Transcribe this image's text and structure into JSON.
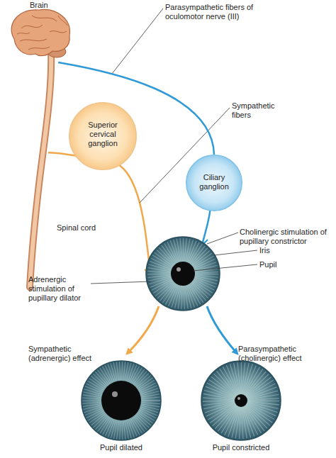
{
  "diagram": {
    "nodes": [
      {
        "text": [
          "Brain"
        ]
      },
      {
        "text": [
          "Spinal cord"
        ]
      },
      {
        "text": [
          "Superior cervical ganglion"
        ]
      },
      {
        "text": [
          "Ciliary ganglion"
        ]
      },
      {
        "text": [
          "Pupil dilated"
        ]
      },
      {
        "text": [
          "Pupil constricted"
        ]
      }
    ],
    "edges": [
      {
        "from": 0,
        "to": 3,
        "arrow": "none"
      },
      {
        "from": 1,
        "to": 2,
        "arrow": "none"
      }
    ],
    "labels": [
      "Parasympathetic fibers of oculomotor nerve (III)",
      "Sympathetic fibers",
      "Cholinergic stimulation of pupillary constrictor",
      "Iris",
      "Pupil",
      "Adrenergic stimulation of pupillary dilator",
      "Sympathetic (adrenergic) effect",
      "Parasympathetic (cholinergic) effect"
    ]
  }
}
